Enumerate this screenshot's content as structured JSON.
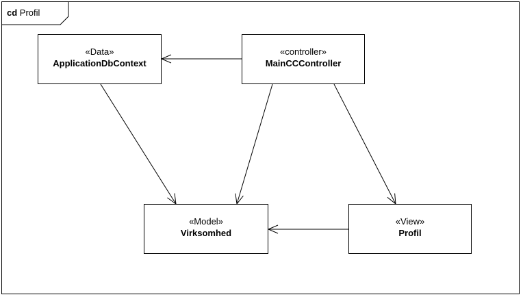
{
  "frame": {
    "keyword": "cd",
    "name": "Profil"
  },
  "classes": [
    {
      "stereotype": "«Data»",
      "name": "ApplicationDbContext"
    },
    {
      "stereotype": "«controller»",
      "name": "MainCCController"
    },
    {
      "stereotype": "«Model»",
      "name": "Virksomhed"
    },
    {
      "stereotype": "«View»",
      "name": "Profil"
    }
  ]
}
